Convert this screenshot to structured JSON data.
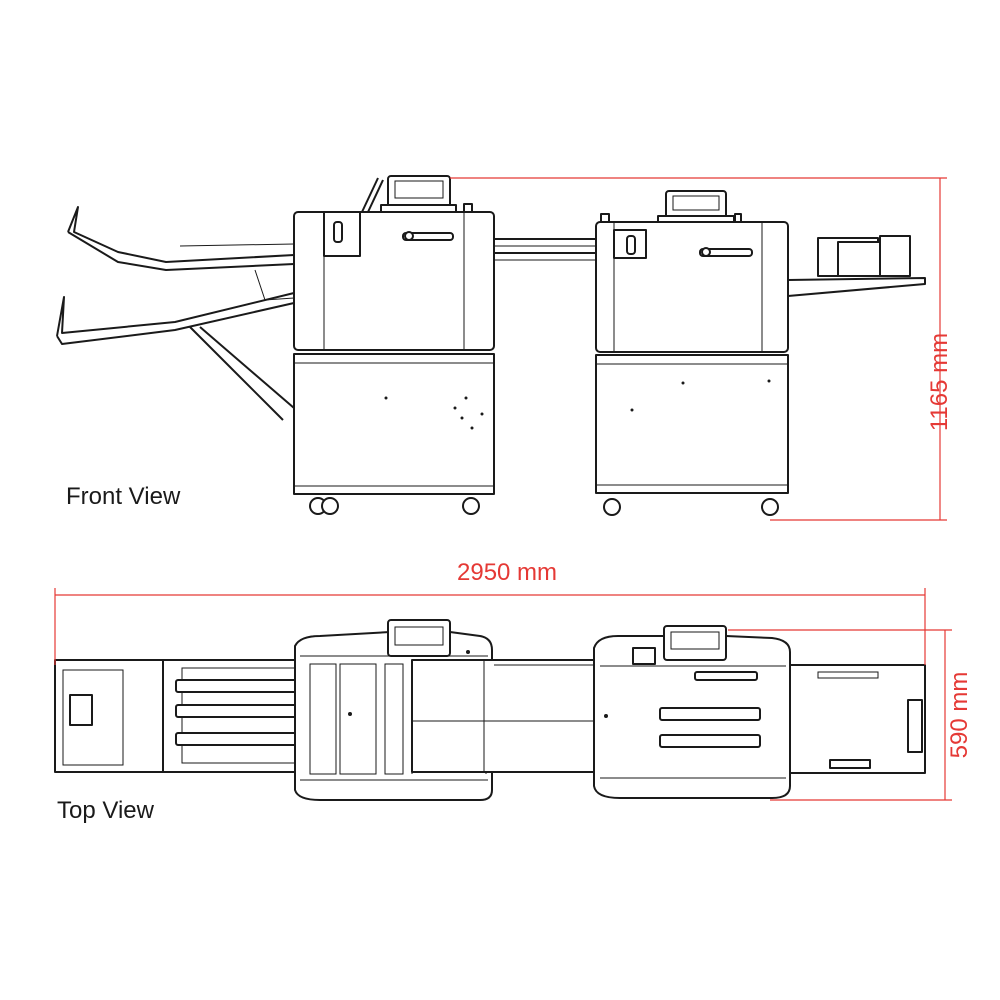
{
  "views": {
    "front": {
      "label": "Front View"
    },
    "top": {
      "label": "Top View"
    }
  },
  "dimensions": {
    "width": "2950 mm",
    "height": "1165 mm",
    "depth": "590 mm"
  },
  "colors": {
    "ink": "#1a1a1a",
    "dimension": "#e53935",
    "background": "#ffffff"
  }
}
